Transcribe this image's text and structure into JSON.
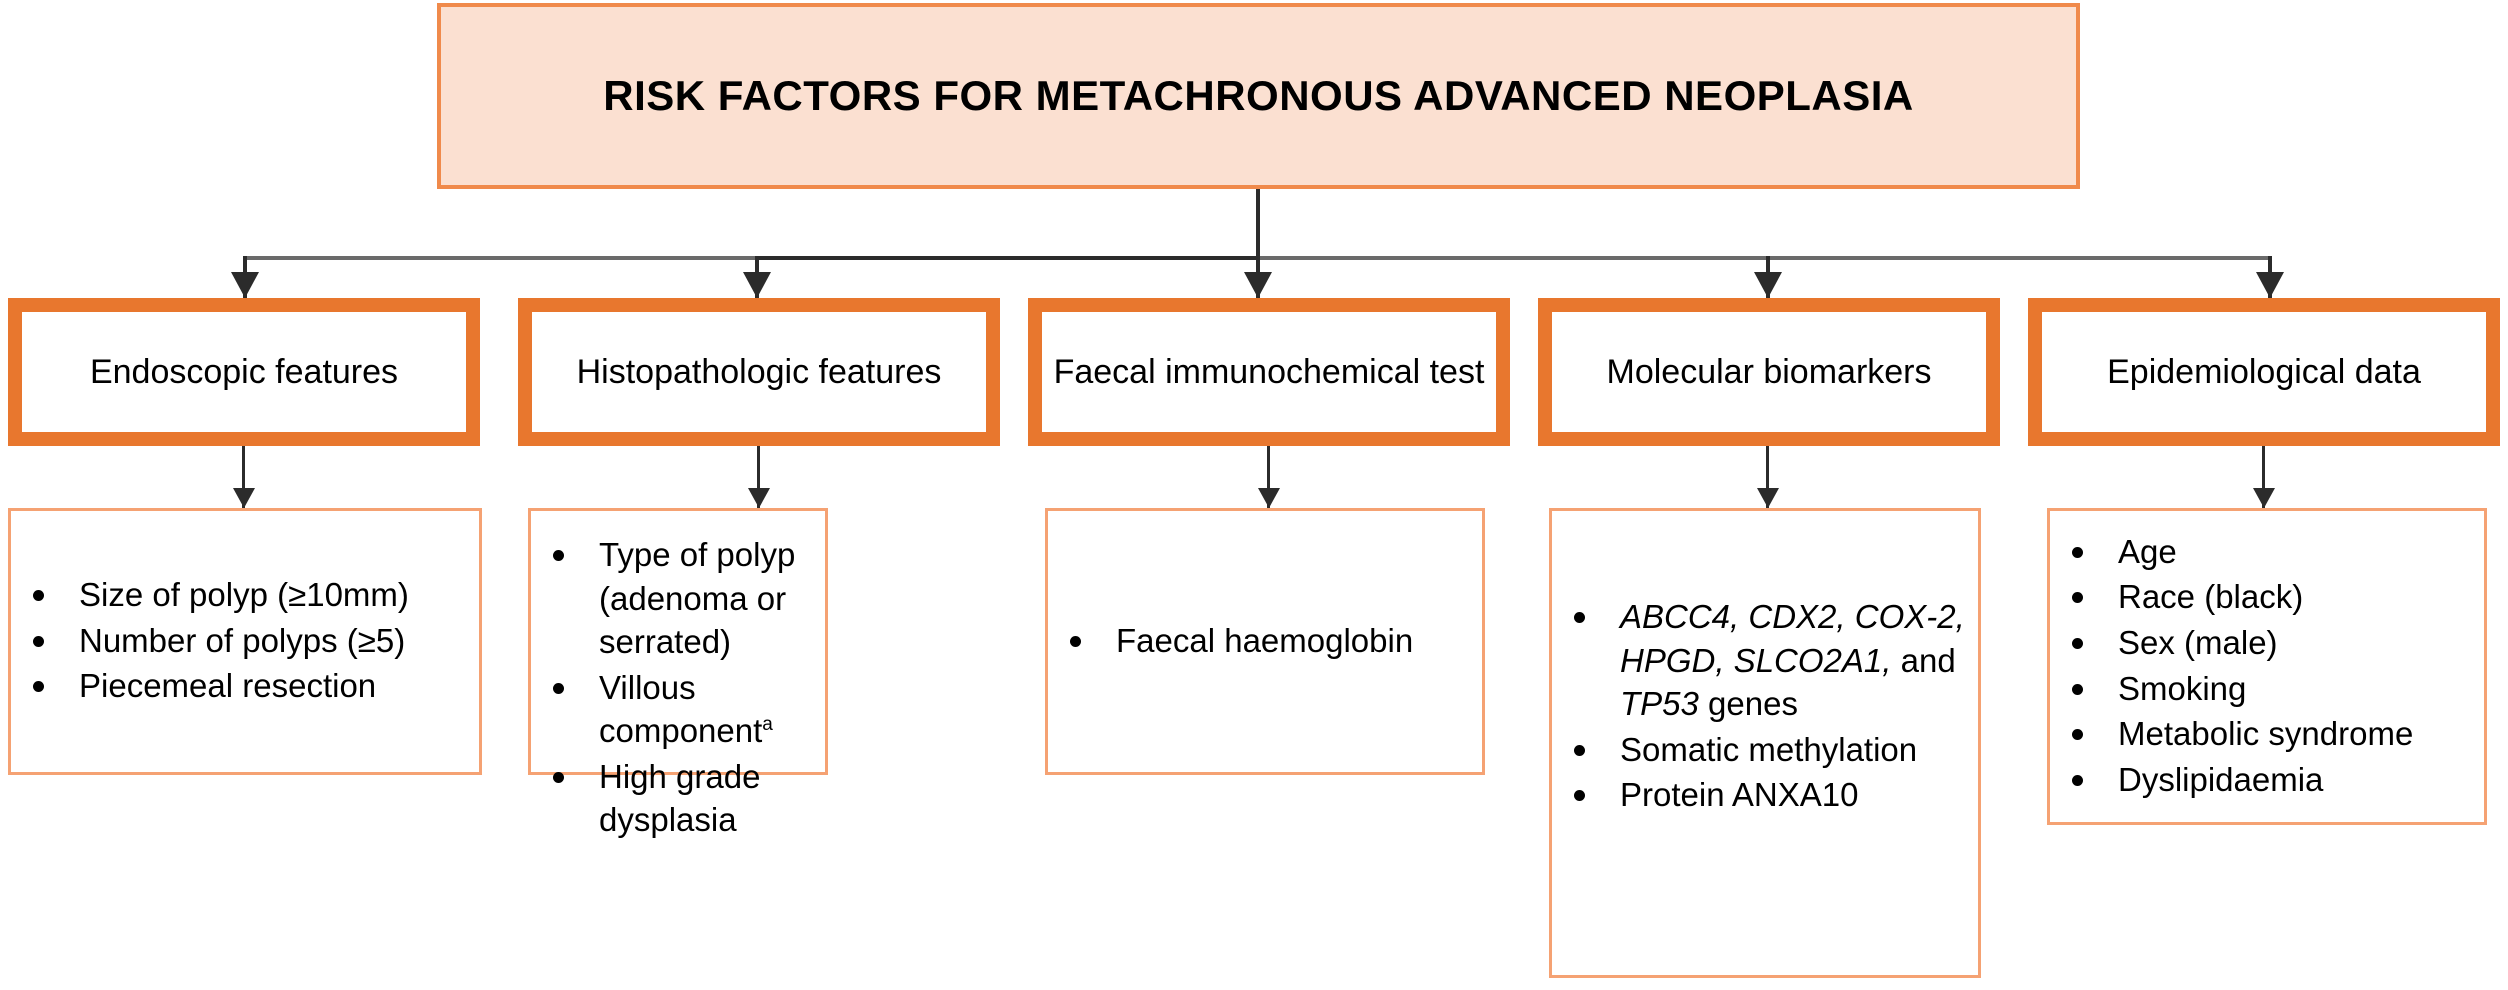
{
  "diagram": {
    "title": "RISK FACTORS FOR METACHRONOUS ADVANCED NEOPLASIA",
    "colors": {
      "title_fill": "#FBE0D1",
      "title_border": "#F08A4B",
      "category_border": "#E8772E",
      "detail_border": "#F5A273",
      "connector": "#2b2b2b",
      "text": "#000000"
    },
    "branches": [
      {
        "id": "endoscopic-features",
        "label": "Endoscopic features",
        "items": [
          {
            "text": "Size of polyp (≥10mm)"
          },
          {
            "text": "Number of polyps (≥5)"
          },
          {
            "text": "Piecemeal resection"
          }
        ]
      },
      {
        "id": "histopathologic-features",
        "label": "Histopathologic features",
        "items": [
          {
            "text": "Type of polyp (adenoma or serrated)"
          },
          {
            "text": "Villous component",
            "superscript": "a"
          },
          {
            "text": "High grade dysplasia"
          }
        ]
      },
      {
        "id": "faecal-immunochemical-test",
        "label": "Faecal immunochemical test",
        "items": [
          {
            "text": "Faecal haemoglobin"
          }
        ]
      },
      {
        "id": "molecular-biomarkers",
        "label": "Molecular biomarkers",
        "items": [
          {
            "text": "ABCC4, CDX2, COX-2, HPGD, SLCO2A1, and TP53 genes",
            "italic_part": "ABCC4, CDX2, COX-2, HPGD, SLCO2A1,",
            "italic_part2": "TP53",
            "plain_part": "and",
            "plain_part2": "genes"
          },
          {
            "text": "Somatic methylation"
          },
          {
            "text": "Protein ANXA10"
          }
        ]
      },
      {
        "id": "epidemiological-data",
        "label": "Epidemiological data",
        "items": [
          {
            "text": "Age"
          },
          {
            "text": "Race (black)"
          },
          {
            "text": "Sex (male)"
          },
          {
            "text": "Smoking"
          },
          {
            "text": "Metabolic syndrome"
          },
          {
            "text": "Dyslipidaemia"
          }
        ]
      }
    ]
  }
}
